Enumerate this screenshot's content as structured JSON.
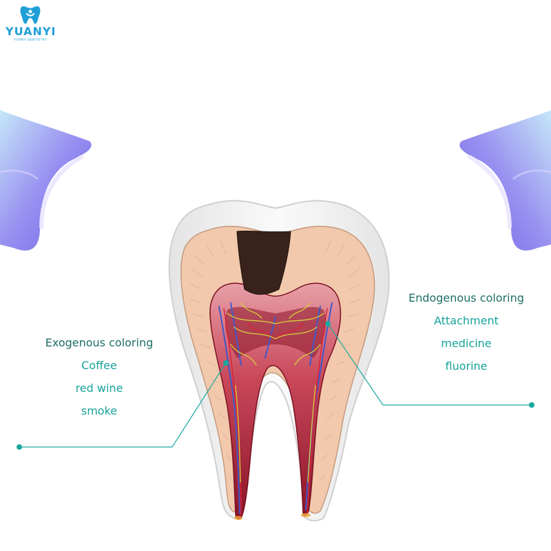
{
  "brand": {
    "name": "YUANYI",
    "tagline": "YUANYI DENTISTRY",
    "color": "#1f9fd8"
  },
  "exogenous": {
    "title": "Exogenous coloring",
    "items": [
      "Coffee",
      "red wine",
      "smoke"
    ]
  },
  "endogenous": {
    "title": "Endogenous coloring",
    "items": [
      "Attachment",
      "medicine",
      "fluorine"
    ]
  },
  "colors": {
    "accent_dark": "#1c6e66",
    "accent": "#17a39a",
    "leader_line": "#1aa89e",
    "enamel": "#f2f2f2",
    "dentin": "#f2c9ad",
    "pulp": "#b8253c",
    "cavity": "#3a221c",
    "led_glow": "#8a7cf0"
  },
  "icons": [
    "tooth-logo-icon",
    "whitening-light-left-icon",
    "whitening-light-right-icon"
  ]
}
